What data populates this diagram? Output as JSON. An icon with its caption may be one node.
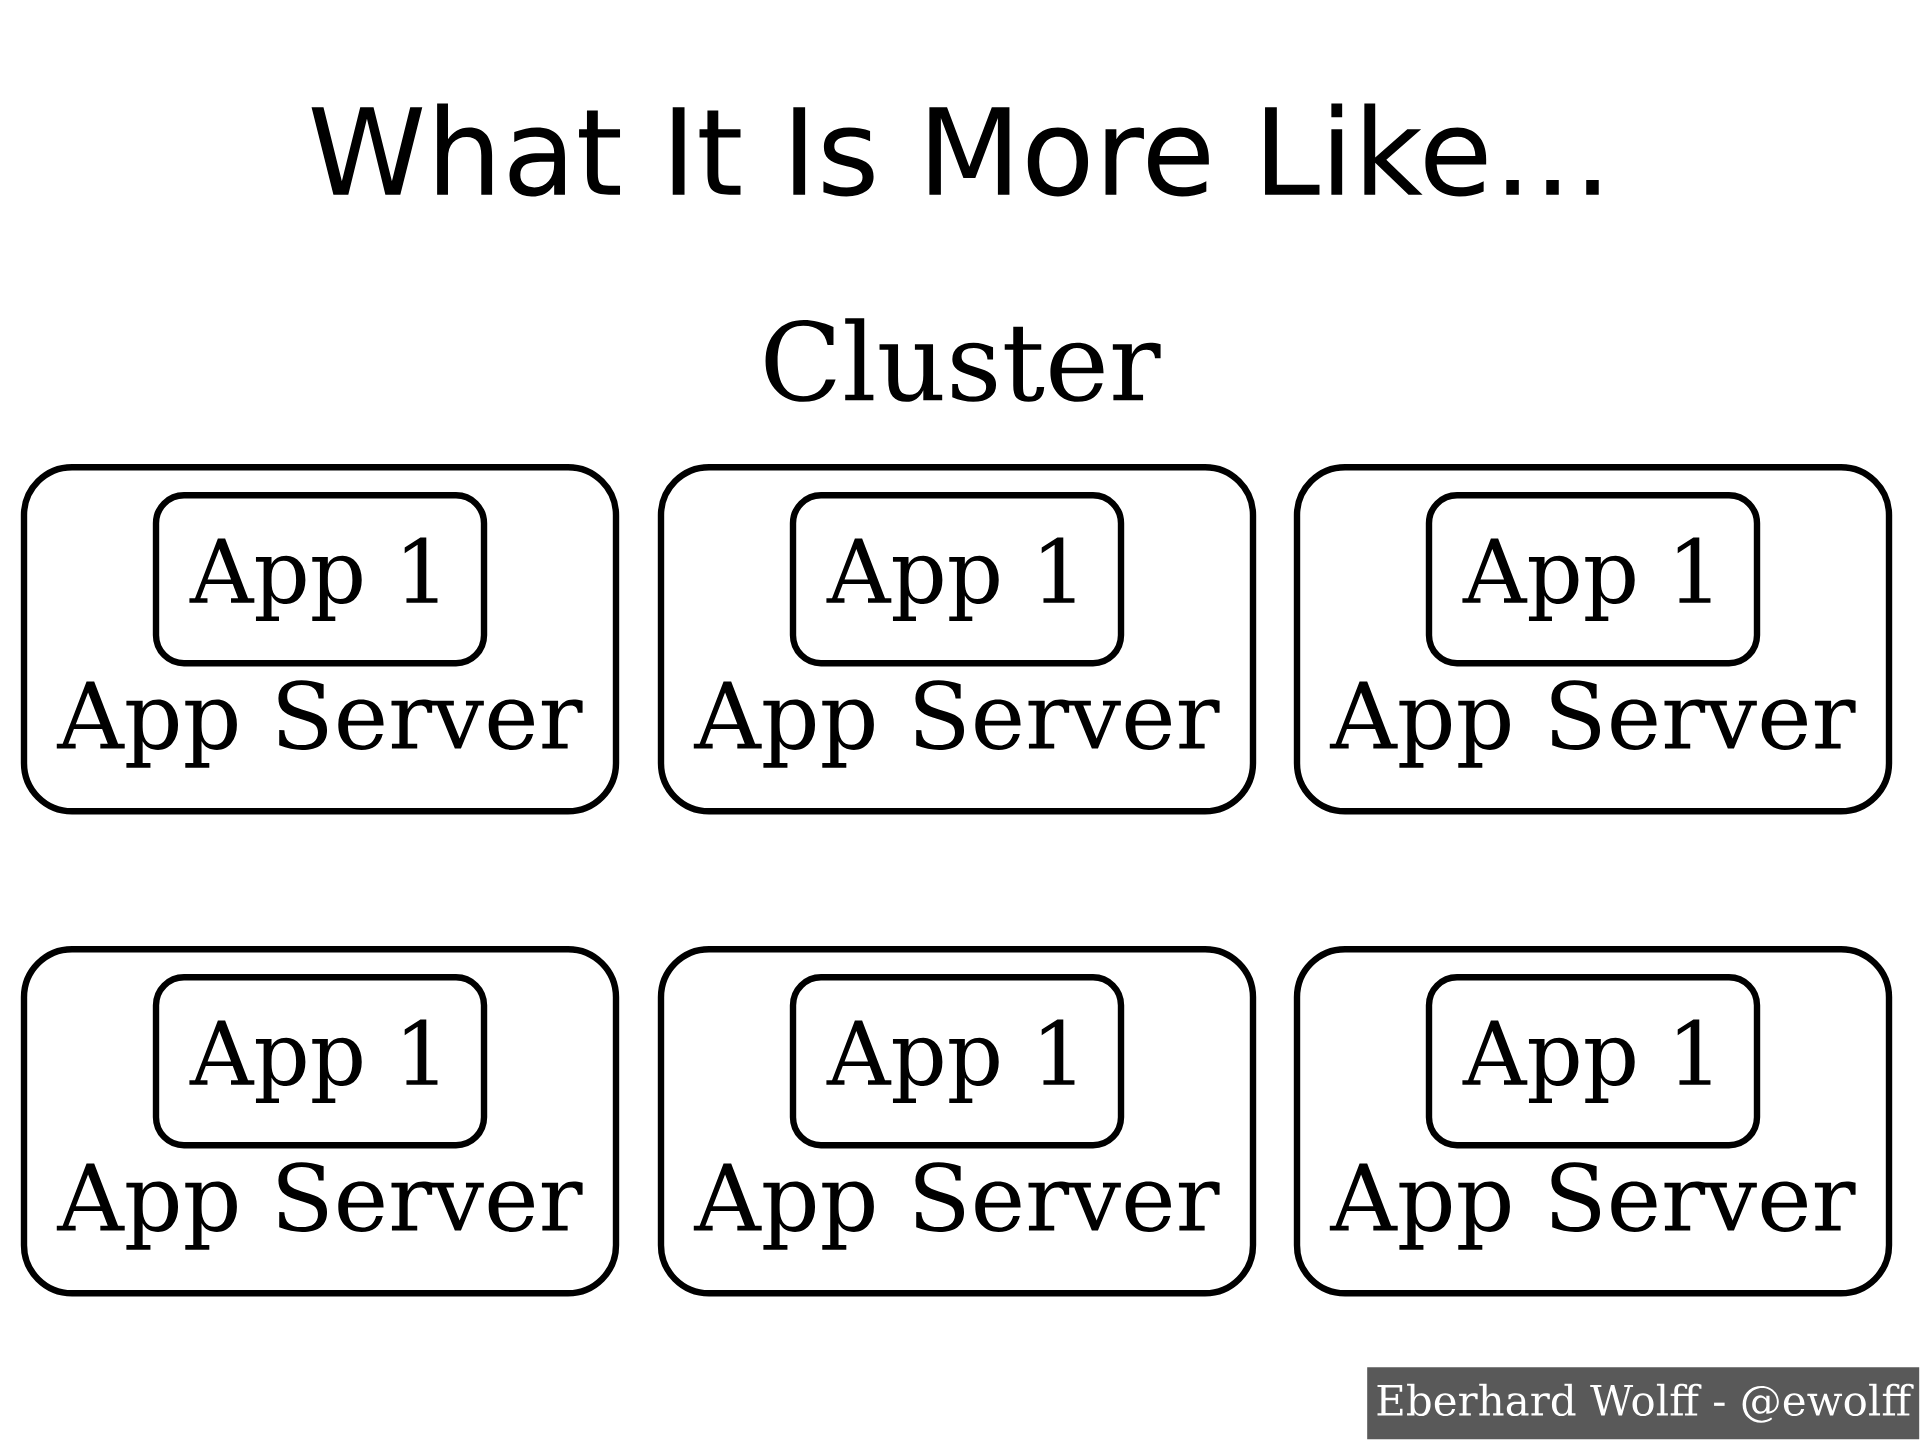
{
  "diagram": {
    "title": "What It Is More Like…",
    "nodes": [
      {
        "text": [
          "App Server"
        ]
      },
      {
        "text": [
          "App 1"
        ],
        "in": 0
      },
      {
        "text": [
          "App Server"
        ]
      },
      {
        "text": [
          "App 1"
        ],
        "in": 2
      },
      {
        "text": [
          "App Server"
        ]
      },
      {
        "text": [
          "App 1"
        ],
        "in": 4
      },
      {
        "text": [
          "App Server"
        ]
      },
      {
        "text": [
          "App 1"
        ],
        "in": 6
      },
      {
        "text": [
          "App Server"
        ]
      },
      {
        "text": [
          "App 1"
        ],
        "in": 8
      },
      {
        "text": [
          "App Server"
        ]
      },
      {
        "text": [
          "App 1"
        ],
        "in": 10
      }
    ],
    "labels": [
      "Cluster",
      "Eberhard Wolff - @ewolff"
    ]
  }
}
